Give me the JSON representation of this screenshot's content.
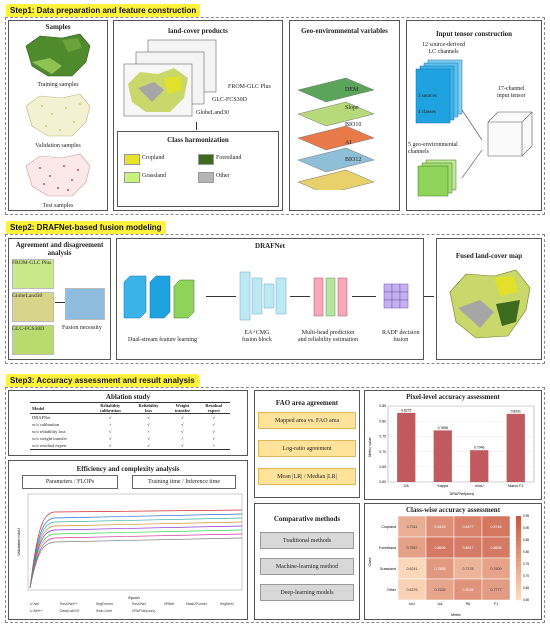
{
  "steps": {
    "step1": "Step1: Data preparation and feature construction",
    "step2": "Step2: DRAFNet-based fusion modeling",
    "step3": "Step3: Accuracy assessment and result analysis"
  },
  "samples": {
    "title": "Samples",
    "training": "Training samples",
    "validation": "Validation samples",
    "test": "Test samples"
  },
  "products": {
    "title": "land-cover products",
    "p1": "FROM-GLC Plus",
    "p2": "GLC-FCS30D",
    "p3": "GlobeLand30"
  },
  "harmonization": {
    "title": "Class harmonization",
    "classes": [
      "Cropland",
      "Forestland",
      "Grassland",
      "Other"
    ],
    "colors": [
      "#e8e22a",
      "#3f6b1f",
      "#c9f27a",
      "#b5b5b5"
    ]
  },
  "geo": {
    "title": "Geo-environmental variables",
    "layers": [
      "DEM",
      "Slope",
      "BIO10",
      "AI",
      "BIO12"
    ]
  },
  "tensor": {
    "title": "Input tensor construction",
    "lc_label": "12 source-derived\nLC channels",
    "sources": "3 sources",
    "classes": "4 classes",
    "geo_label": "5 geo-environmental\nchannels",
    "input_label": "17-channel\ninput tensor"
  },
  "agreement": {
    "title": "Agreement and disagreement\nanalysis",
    "m1": "FROM-GLC Plus",
    "m2": "GlobeLand30",
    "m3": "GLC-FCS30D",
    "necessity": "Fusion necessity"
  },
  "drafnet": {
    "title": "DRAFNet",
    "dual": "Dual-stream feature learning",
    "ea": "EA+CMG\nfusion block",
    "multi": "Multi-head prediction\nand reliability estimation",
    "radf": "RADF decision\nfusion"
  },
  "fused": {
    "title": "Fused land-cover map"
  },
  "ablation": {
    "title": "Ablation study",
    "headers": [
      "Model",
      "Reliability\ncalibration",
      "Reliability\nloss",
      "Weight\ntransfer",
      "Residual\nexpert"
    ],
    "rows": [
      [
        "DRAFNet",
        "√",
        "√",
        "√",
        "√"
      ],
      [
        "w/o calibration",
        "×",
        "√",
        "√",
        "√"
      ],
      [
        "w/o reliability loss",
        "√",
        "×",
        "√",
        "√"
      ],
      [
        "w/o weight transfer",
        "√",
        "√",
        "×",
        "√"
      ],
      [
        "w/o residual expert",
        "√",
        "√",
        "√",
        "×"
      ]
    ]
  },
  "efficiency": {
    "title": "Efficiency and complexity analysis",
    "btn1": "Parameters / FLOPs",
    "btn2": "Training time / Inference time",
    "xlabel": "Epoch",
    "ylabel": "Validation mIoU",
    "legend": [
      "U-Net",
      "ResUNet++",
      "SegFormer",
      "ResUNet",
      "HRNet",
      "Mask2Former",
      "SegNeXt",
      "U-Net++",
      "DeepLabV3+",
      "Swin-Unet",
      "DRAFNet(ours)"
    ]
  },
  "fao": {
    "title": "FAO area agreement",
    "items": [
      "Mapped area vs. FAO area",
      "Log-ratio agreement",
      "Mean |LR| / Median |LR|"
    ]
  },
  "comparative": {
    "title": "Comparative methods",
    "items": [
      "Traditional methods",
      "Machine-learning method",
      "Deep-learning models"
    ]
  },
  "pixel": {
    "title": "Pixel-level accuracy assessment",
    "xlabel": "DRAFNet(ours)",
    "ylabel": "Metric value"
  },
  "classwise": {
    "title": "Class-wise accuracy assessment",
    "rows": [
      "Cropland",
      "Forestland",
      "Grassland",
      "Other"
    ],
    "cols": [
      "IoU",
      "UA",
      "PA",
      "F1"
    ],
    "xlabel": "Metric",
    "ylabel": "Class",
    "values": [
      [
        "0.7311",
        "0.8126",
        "0.8477",
        "0.8746"
      ],
      [
        "0.7657",
        "0.8696",
        "0.8617",
        "0.8658"
      ],
      [
        "0.6241",
        "0.7855",
        "0.7178",
        "0.7609"
      ],
      [
        "0.6376",
        "0.7539",
        "0.8026",
        "0.7777"
      ]
    ],
    "scale": [
      "0.95",
      "0.90",
      "0.85",
      "0.80",
      "0.75",
      "0.70",
      "0.65",
      "0.60"
    ]
  },
  "chart_data": {
    "type": "bar",
    "categories": [
      "OA",
      "Kappa",
      "mIoU",
      "Macro F1"
    ],
    "values": [
      0.8275,
      0.7698,
      0.7046,
      0.8241
    ],
    "ylim": [
      0.6,
      0.85
    ],
    "yticks": [
      0.6,
      0.65,
      0.7,
      0.75,
      0.8,
      0.85
    ],
    "bar_color": "#c05a5e"
  }
}
